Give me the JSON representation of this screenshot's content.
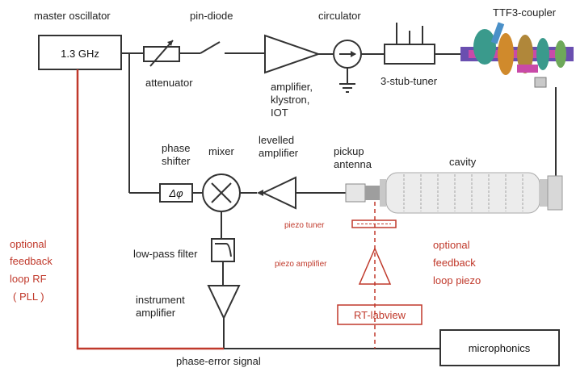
{
  "labels": {
    "master_oscillator": "master oscillator",
    "oscillator_freq": "1.3 GHz",
    "pin_diode": "pin-diode",
    "circulator": "circulator",
    "coupler": "TTF3-coupler",
    "attenuator": "attenuator",
    "amplifier_1": "amplifier,",
    "amplifier_2": "klystron,",
    "amplifier_3": "IOT",
    "stub_tuner": "3-stub-tuner",
    "phase_shifter_1": "phase",
    "phase_shifter_2": "shifter",
    "phase_symbol": "Δφ",
    "mixer": "mixer",
    "levelled_amp_1": "levelled",
    "levelled_amp_2": "amplifier",
    "pickup_1": "pickup",
    "pickup_2": "antenna",
    "cavity": "cavity",
    "low_pass": "low-pass filter",
    "instr_amp_1": "instrument",
    "instr_amp_2": "amplifier",
    "piezo_tuner": "piezo tuner",
    "piezo_amplifier": "piezo amplifier",
    "rt_labview": "RT-labview",
    "microphonics": "microphonics",
    "phase_error": "phase-error signal",
    "fb_rf_1": "optional",
    "fb_rf_2": "feedback",
    "fb_rf_3": "loop RF",
    "fb_rf_4": "( PLL )",
    "fb_piezo_1": "optional",
    "fb_piezo_2": "feedback",
    "fb_piezo_3": "loop piezo"
  },
  "colors": {
    "line": "#333333",
    "feedback": "#c0392b"
  }
}
